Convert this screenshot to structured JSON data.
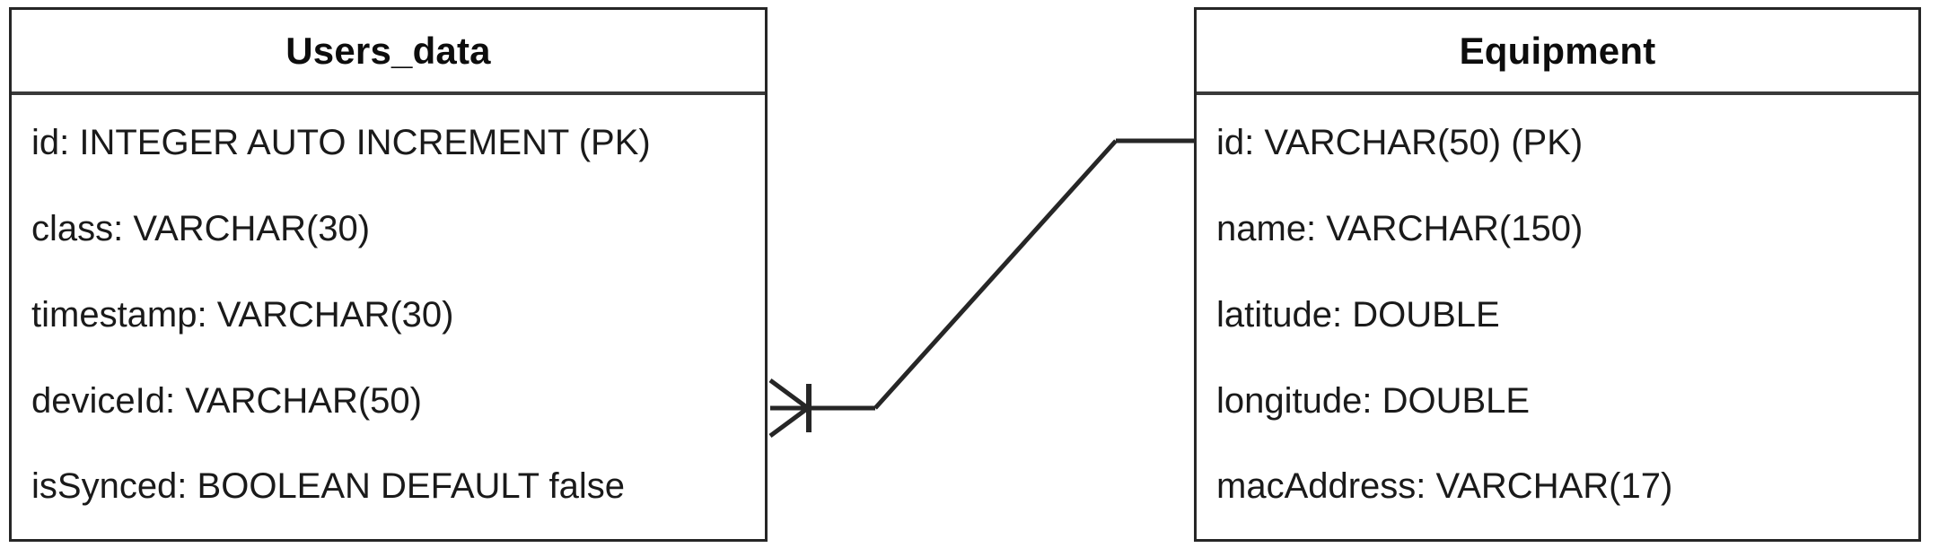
{
  "diagram": {
    "type": "er-diagram",
    "notation": "crow-foot",
    "background_color": "#ffffff",
    "line_color": "#262626",
    "text_color": "#1a1a1a"
  },
  "entities": [
    {
      "name": "Users_data",
      "attributes": [
        "id: INTEGER AUTO INCREMENT (PK)",
        "class: VARCHAR(30)",
        "timestamp: VARCHAR(30)",
        "deviceId: VARCHAR(50)",
        "isSynced: BOOLEAN DEFAULT false"
      ]
    },
    {
      "name": "Equipment",
      "attributes": [
        "id: VARCHAR(50) (PK)",
        "name: VARCHAR(150)",
        "latitude: DOUBLE",
        "longitude: DOUBLE",
        "macAddress: VARCHAR(17)"
      ]
    }
  ],
  "relationship": {
    "from_entity": "Users_data",
    "from_attribute": "deviceId: VARCHAR(50)",
    "to_entity": "Equipment",
    "to_attribute": "id: VARCHAR(50) (PK)",
    "from_cardinality": "many",
    "to_cardinality": "one",
    "from_marker": "crow-foot-with-one-bar",
    "to_marker": "plain"
  }
}
